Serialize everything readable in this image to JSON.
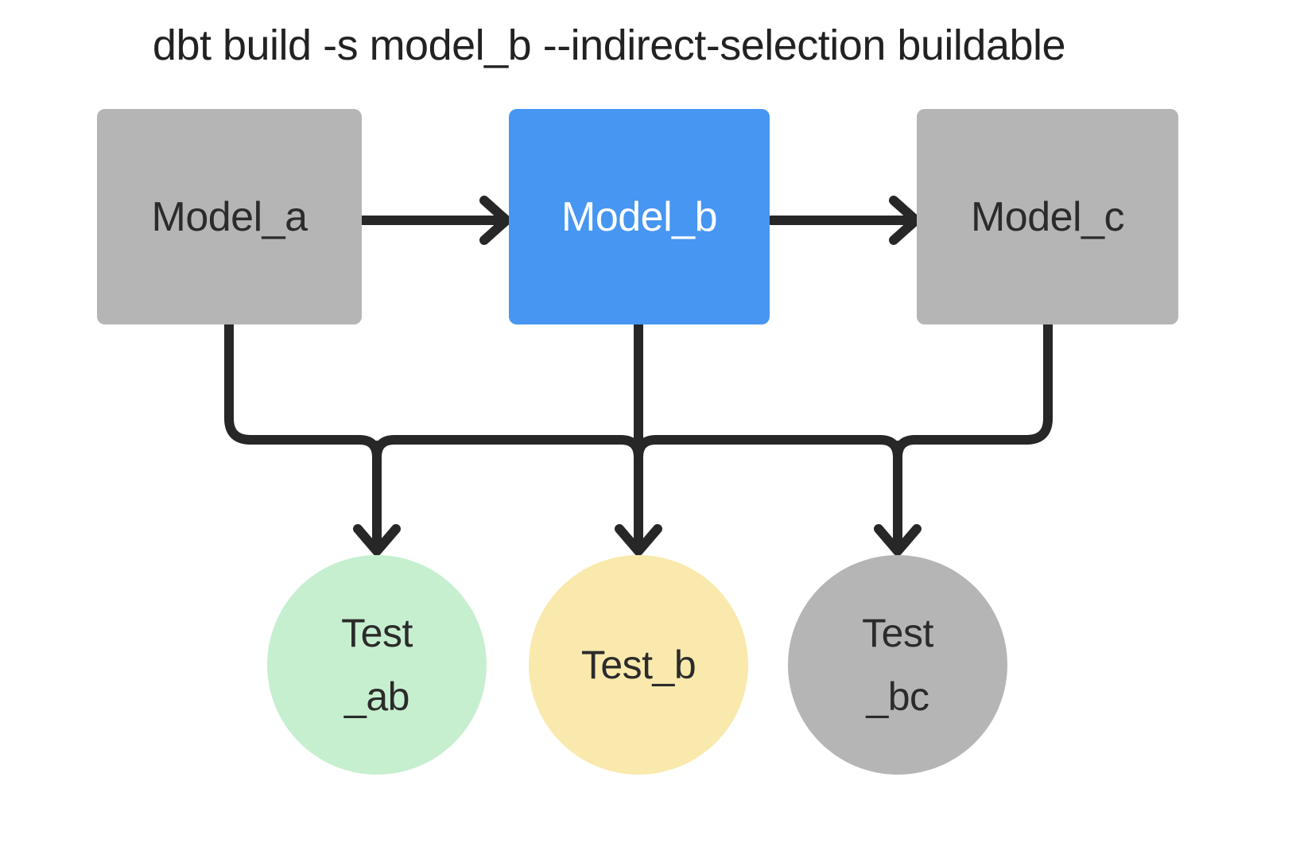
{
  "title": "dbt build -s model_b --indirect-selection buildable",
  "colors": {
    "background": "#ffffff",
    "edge": "#272727",
    "title_text": "#222222",
    "unselected_gray": "#b5b5b5",
    "selected_blue": "#4696f2",
    "test_green": "#c6efcf",
    "test_yellow": "#f9e9ac",
    "dark_text": "#2b2b2b",
    "white_text": "#ffffff"
  },
  "nodes": {
    "model_a": {
      "label": "Model_a",
      "fill": "#b5b5b5",
      "text": "#2b2b2b"
    },
    "model_b": {
      "label": "Model_b",
      "fill": "#4696f2",
      "text": "#ffffff"
    },
    "model_c": {
      "label": "Model_c",
      "fill": "#b5b5b5",
      "text": "#2b2b2b"
    },
    "test_ab": {
      "lines": [
        "Test",
        "_ab"
      ],
      "fill": "#c6efcf",
      "text": "#2b2b2b"
    },
    "test_b": {
      "lines": [
        "Test_b"
      ],
      "fill": "#f9e9ac",
      "text": "#2b2b2b"
    },
    "test_bc": {
      "lines": [
        "Test",
        "_bc"
      ],
      "fill": "#b5b5b5",
      "text": "#2b2b2b"
    }
  },
  "edges": {
    "model_arrows": [
      {
        "from": "Model_a",
        "to": "Model_b"
      },
      {
        "from": "Model_b",
        "to": "Model_c"
      }
    ],
    "bus_sources": [
      "Model_a",
      "Model_b",
      "Model_c"
    ],
    "bus_targets": [
      "Test_ab",
      "Test_b",
      "Test_bc"
    ]
  }
}
